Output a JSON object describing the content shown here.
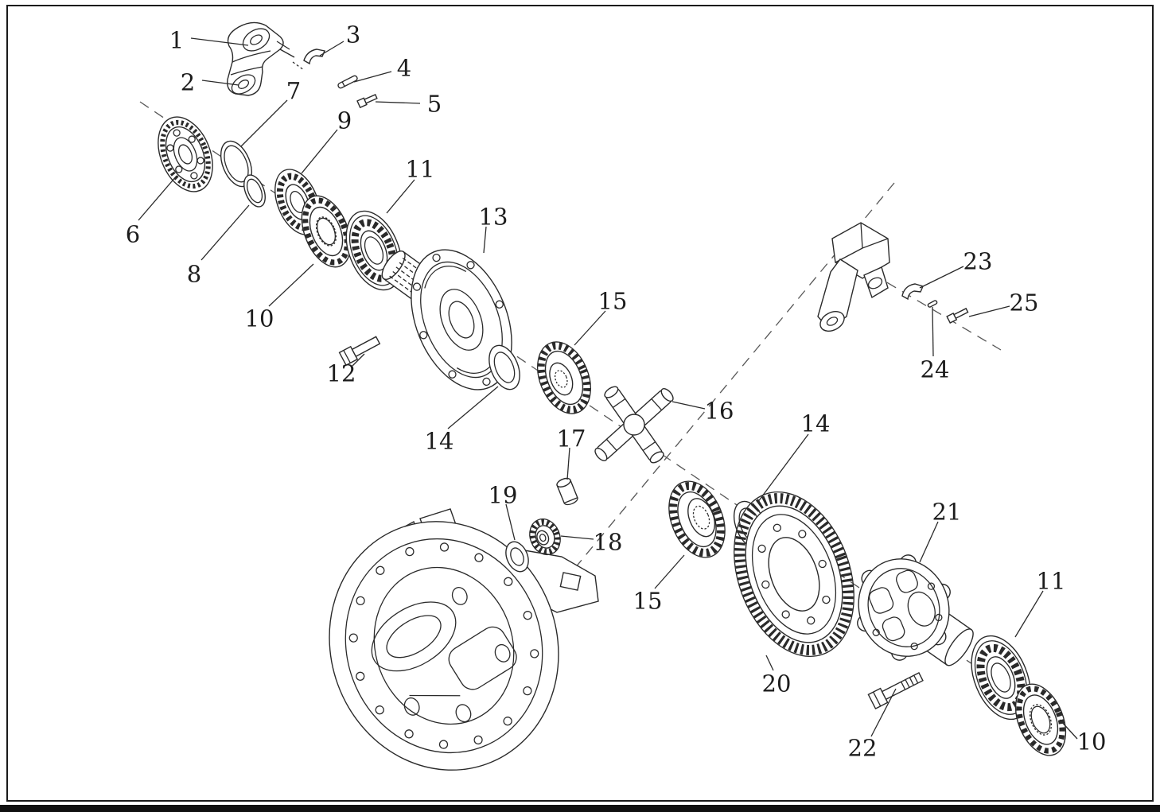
{
  "figure": {
    "kind": "exploded-parts-diagram",
    "colors": {
      "background": "#ffffff",
      "line": "#2a2a2a",
      "label": "#1c1c1c",
      "border": "#1a1a1a"
    },
    "callout_font_size": 29,
    "callouts": [
      {
        "label": "1",
        "text": [
          222,
          50
        ],
        "leader": [
          240,
          48,
          312,
          57
        ]
      },
      {
        "label": "2",
        "text": [
          236,
          103
        ],
        "leader": [
          254,
          101,
          300,
          107
        ]
      },
      {
        "label": "3",
        "text": [
          444,
          43
        ],
        "leader": [
          432,
          52,
          402,
          70
        ]
      },
      {
        "label": "4",
        "text": [
          508,
          85
        ],
        "leader": [
          492,
          90,
          445,
          103
        ]
      },
      {
        "label": "5",
        "text": [
          546,
          130
        ],
        "leader": [
          528,
          130,
          472,
          128
        ]
      },
      {
        "label": "6",
        "text": [
          167,
          294
        ],
        "leader": [
          174,
          277,
          222,
          221
        ]
      },
      {
        "label": "7",
        "text": [
          369,
          114
        ],
        "leader": [
          361,
          126,
          303,
          184
        ]
      },
      {
        "label": "8",
        "text": [
          244,
          344
        ],
        "leader": [
          253,
          327,
          313,
          258
        ]
      },
      {
        "label": "9",
        "text": [
          433,
          151
        ],
        "leader": [
          424,
          163,
          379,
          218
        ]
      },
      {
        "label": "10",
        "text": [
          326,
          400
        ],
        "leader": [
          338,
          385,
          394,
          332
        ]
      },
      {
        "label": "11",
        "text": [
          528,
          212
        ],
        "leader": [
          521,
          226,
          486,
          268
        ]
      },
      {
        "label": "12",
        "text": [
          429,
          469
        ],
        "leader": [
          443,
          460,
          458,
          445
        ]
      },
      {
        "label": "13",
        "text": [
          620,
          272
        ],
        "leader": [
          611,
          285,
          608,
          318
        ]
      },
      {
        "label": "14",
        "text": [
          552,
          554
        ],
        "leader": [
          563,
          539,
          626,
          486
        ]
      },
      {
        "label": "15",
        "text": [
          770,
          378
        ],
        "leader": [
          761,
          391,
          722,
          434
        ]
      },
      {
        "label": "16",
        "text": [
          904,
          516
        ],
        "leader": [
          886,
          514,
          845,
          505
        ]
      },
      {
        "label": "17",
        "text": [
          718,
          551
        ],
        "leader": [
          716,
          563,
          713,
          603
        ]
      },
      {
        "label": "18",
        "text": [
          764,
          681
        ],
        "leader": [
          746,
          678,
          705,
          674
        ]
      },
      {
        "label": "19",
        "text": [
          632,
          622
        ],
        "leader": [
          636,
          634,
          647,
          679
        ]
      },
      {
        "label": "20",
        "text": [
          976,
          859
        ],
        "leader": [
          972,
          843,
          963,
          824
        ]
      },
      {
        "label": "21",
        "text": [
          1190,
          643
        ],
        "leader": [
          1179,
          656,
          1156,
          707
        ]
      },
      {
        "label": "22",
        "text": [
          1084,
          940
        ],
        "leader": [
          1095,
          926,
          1126,
          866
        ]
      },
      {
        "label": "23",
        "text": [
          1229,
          328
        ],
        "leader": [
          1211,
          335,
          1156,
          362
        ]
      },
      {
        "label": "24",
        "text": [
          1175,
          464
        ],
        "leader": [
          1173,
          448,
          1172,
          386
        ]
      },
      {
        "label": "25",
        "text": [
          1287,
          380
        ],
        "leader": [
          1269,
          385,
          1218,
          398
        ]
      },
      {
        "label": "14",
        "text": [
          1025,
          532
        ],
        "leader": [
          1016,
          546,
          952,
          632
        ]
      },
      {
        "label": "15",
        "text": [
          814,
          755
        ],
        "leader": [
          823,
          740,
          860,
          698
        ]
      },
      {
        "label": "11",
        "text": [
          1321,
          730
        ],
        "leader": [
          1311,
          743,
          1276,
          801
        ]
      },
      {
        "label": "10",
        "text": [
          1372,
          932
        ],
        "leader": [
          1354,
          929,
          1332,
          905
        ]
      }
    ]
  }
}
